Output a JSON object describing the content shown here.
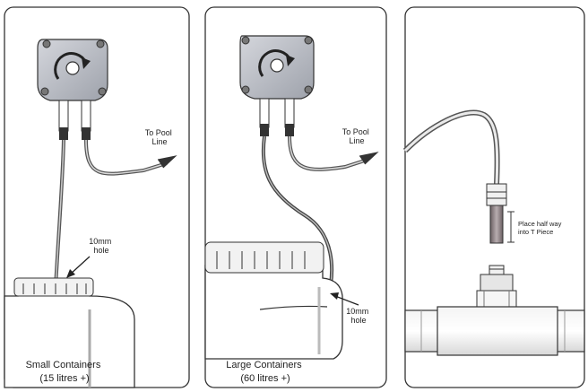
{
  "panel1": {
    "pool_line_1": "To Pool",
    "pool_line_2": "Line",
    "hole_line_1": "10mm",
    "hole_line_2": "hole",
    "caption_line_1": "Small Containers",
    "caption_line_2": "(15 litres +)"
  },
  "panel2": {
    "pool_line_1": "To Pool",
    "pool_line_2": "Line",
    "hole_line_1": "10mm",
    "hole_line_2": "hole",
    "caption_line_1": "Large Containers",
    "caption_line_2": "(60 litres +)"
  },
  "panel3": {
    "note_line_1": "Place half way",
    "note_line_2": "into T Piece"
  }
}
